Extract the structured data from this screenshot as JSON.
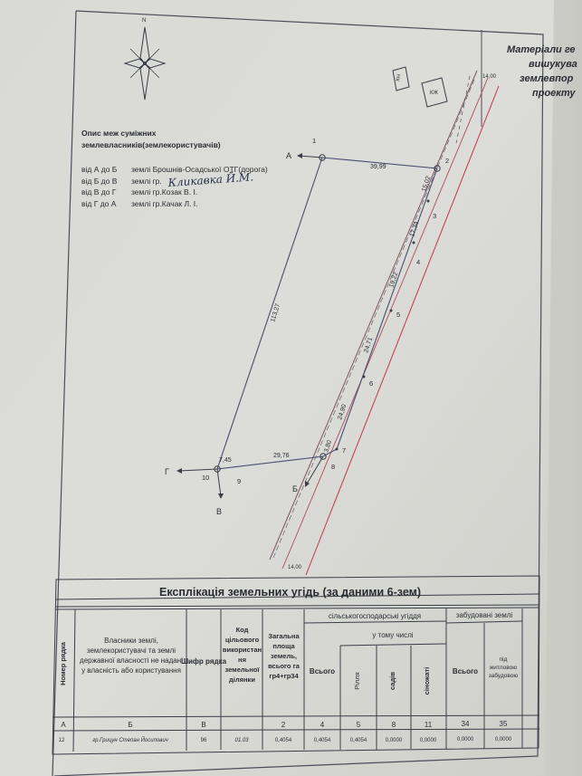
{
  "header": {
    "line1": "Матеріали ге",
    "line2": "вишукува",
    "line3": "землевпор",
    "line4": "проекту"
  },
  "north": {
    "label": "N"
  },
  "neighbors": {
    "title_line1": "Опис меж суміжних",
    "title_line2": "землевласників(землекористувачів)",
    "rows": [
      {
        "range": "від А до Б",
        "text": "землі Брошнів-Осадської ОТГ(дорога)"
      },
      {
        "range": "від Б до В",
        "text": "землі гр.",
        "handwritten": "Кликавка Й.М."
      },
      {
        "range": "від В до Г",
        "text": "землі гр.Козак В. І."
      },
      {
        "range": "від Г до А",
        "text": "землі гр.Качак Л. І."
      }
    ]
  },
  "buildings": {
    "kn": "КН",
    "kzh": "КЖ"
  },
  "plan": {
    "letters": {
      "a": "А",
      "b": "Б",
      "v": "В",
      "g": "Г"
    },
    "points": [
      "1",
      "2",
      "3",
      "4",
      "5",
      "6",
      "7",
      "8",
      "9",
      "10"
    ],
    "distances": {
      "d_1_2": "39,99",
      "d_2_3": "15,02",
      "d_3_4": "17,34",
      "d_4_5": "19,22",
      "d_5_6": "24,71",
      "d_6_7": "24,90",
      "d_7_8": "3,80",
      "d_8_9": "29,76",
      "d_9_10": "7,45",
      "d_10_1": "113,27"
    },
    "road_width_top": "14,00",
    "road_width_bottom": "14,00"
  },
  "table": {
    "title": "Експлікація земельних угідь (за даними 6-зем)",
    "headers": {
      "row_number": "Номер рядка",
      "owners": "Власники землі, землекористувачі та землі державної власності не надані у власність або користування",
      "code": "Шифр рядка",
      "purpose_code": "Код цільового використання земельної ділянки",
      "total_area": "Загальна площа земель, всього га гр4+гр34",
      "agri": "сільськогосподарські угіддя",
      "total": "Всього",
      "of_which": "у тому числі",
      "arable": "Рілля",
      "gardens": "садів",
      "hayfields": "сіножаті",
      "built": "забудовані землі",
      "built_total": "Всього",
      "residential": "під житловою забудовою"
    },
    "index_row": [
      "А",
      "Б",
      "В",
      "2",
      "4",
      "5",
      "8",
      "11",
      "34",
      "35"
    ],
    "data_row": [
      "12",
      "гр.Грицун Степан Йосипович",
      "96",
      "01.03",
      "0,4054",
      "0,4054",
      "0,4054",
      "0,0000",
      "0,0000",
      "0,0000",
      "0,0000"
    ]
  }
}
